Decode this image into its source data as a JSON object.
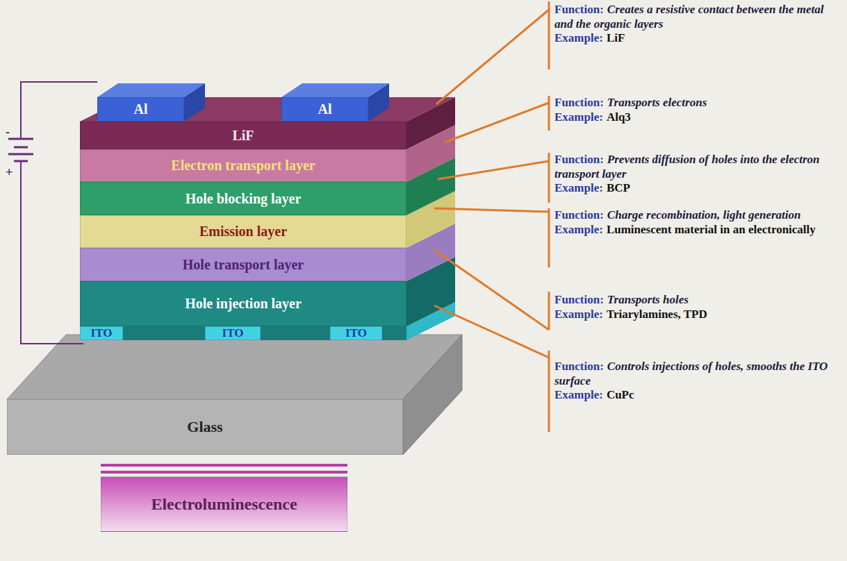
{
  "diagram": {
    "nodes": [
      {
        "text": [
          "Al"
        ]
      },
      {
        "text": [
          "Al"
        ]
      },
      {
        "text": [
          "LiF"
        ]
      },
      {
        "text": [
          "Electron transport layer"
        ]
      },
      {
        "text": [
          "Hole blocking layer"
        ]
      },
      {
        "text": [
          "Emission layer"
        ]
      },
      {
        "text": [
          "Hole transport layer"
        ]
      },
      {
        "text": [
          "Hole injection layer"
        ]
      },
      {
        "text": [
          "ITO"
        ]
      },
      {
        "text": [
          "ITO"
        ]
      },
      {
        "text": [
          "ITO"
        ]
      },
      {
        "text": [
          "Glass"
        ]
      },
      {
        "text": [
          "Electroluminescence"
        ]
      }
    ],
    "labels": [
      "-",
      "+",
      "Function:",
      "Creates a resistive contact between the metal and the organic layers",
      "Example:",
      "LiF",
      "Function:",
      "Transports electrons",
      "Example:",
      "Alq3",
      "Function:",
      "Prevents diffusion of holes into the electron transport layer",
      "Example:",
      "BCP",
      "Function:",
      "Charge recombination, light generation",
      "Example:",
      "Luminescent material in an electronically",
      "Function:",
      "Transports holes",
      "Example:",
      "Triarylamines, TPD",
      "Function:",
      "Controls injections of holes, smooths the ITO surface",
      "Example:",
      "CuPc"
    ]
  }
}
